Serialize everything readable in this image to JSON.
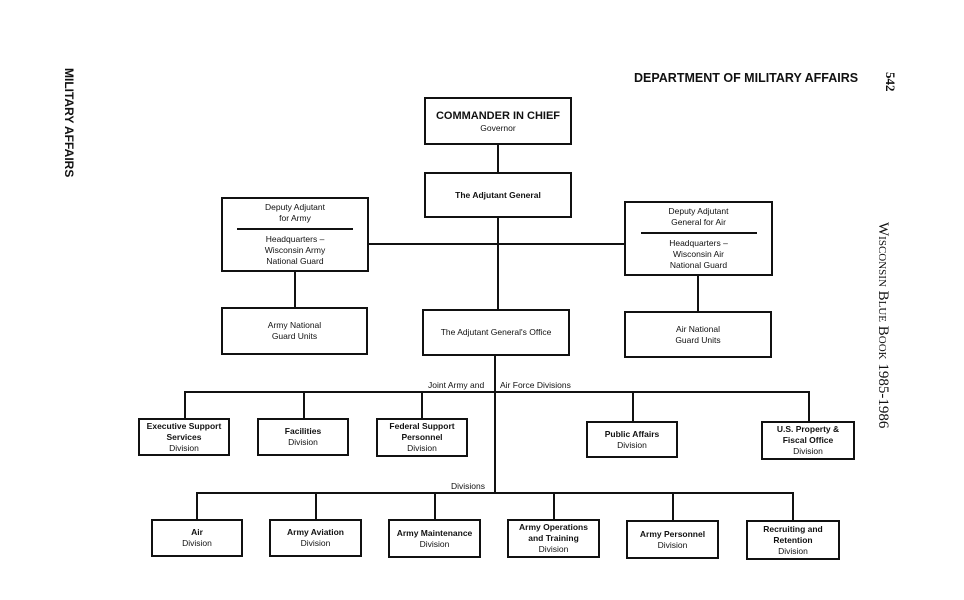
{
  "page": {
    "header_title": "DEPARTMENT OF MILITARY AFFAIRS",
    "page_number": "542",
    "left_margin": "MILITARY AFFAIRS",
    "right_margin": "Wisconsin Blue Book 1985-1986"
  },
  "chart": {
    "commander": {
      "title": "COMMANDER IN CHIEF",
      "subtitle": "Governor"
    },
    "adjutant_general": {
      "title": "The Adjutant General"
    },
    "deputy_army": {
      "top": [
        "Deputy Adjutant",
        "for Army"
      ],
      "bottom": [
        "Headquarters –",
        "Wisconsin Army",
        "National Guard"
      ]
    },
    "deputy_air": {
      "top": [
        "Deputy Adjutant",
        "General for Air"
      ],
      "bottom": [
        "Headquarters –",
        "Wisconsin Air",
        "National Guard"
      ]
    },
    "army_units": [
      "Army National",
      "Guard Units"
    ],
    "ag_office": "The Adjutant General's Office",
    "air_units": [
      "Air National",
      "Guard Units"
    ],
    "joint_label_left": "Joint Army and",
    "joint_label_right": "Air Force Divisions",
    "joint_divisions": [
      {
        "name": [
          "Executive Support",
          "Services"
        ],
        "sub": "Division"
      },
      {
        "name": [
          "Facilities"
        ],
        "sub": "Division"
      },
      {
        "name": [
          "Federal Support",
          "Personnel"
        ],
        "sub": "Division"
      },
      {
        "name": [
          "Public Affairs"
        ],
        "sub": "Division"
      },
      {
        "name": [
          "U.S. Property &",
          "Fiscal Office"
        ],
        "sub": "Division"
      }
    ],
    "divisions_label": "Divisions",
    "divisions": [
      {
        "name": [
          "Air"
        ],
        "sub": "Division"
      },
      {
        "name": [
          "Army Aviation"
        ],
        "sub": "Division"
      },
      {
        "name": [
          "Army Maintenance"
        ],
        "sub": "Division"
      },
      {
        "name": [
          "Army Operations",
          "and Training"
        ],
        "sub": "Division"
      },
      {
        "name": [
          "Army Personnel"
        ],
        "sub": "Division"
      },
      {
        "name": [
          "Recruiting and",
          "Retention"
        ],
        "sub": "Division"
      }
    ]
  }
}
